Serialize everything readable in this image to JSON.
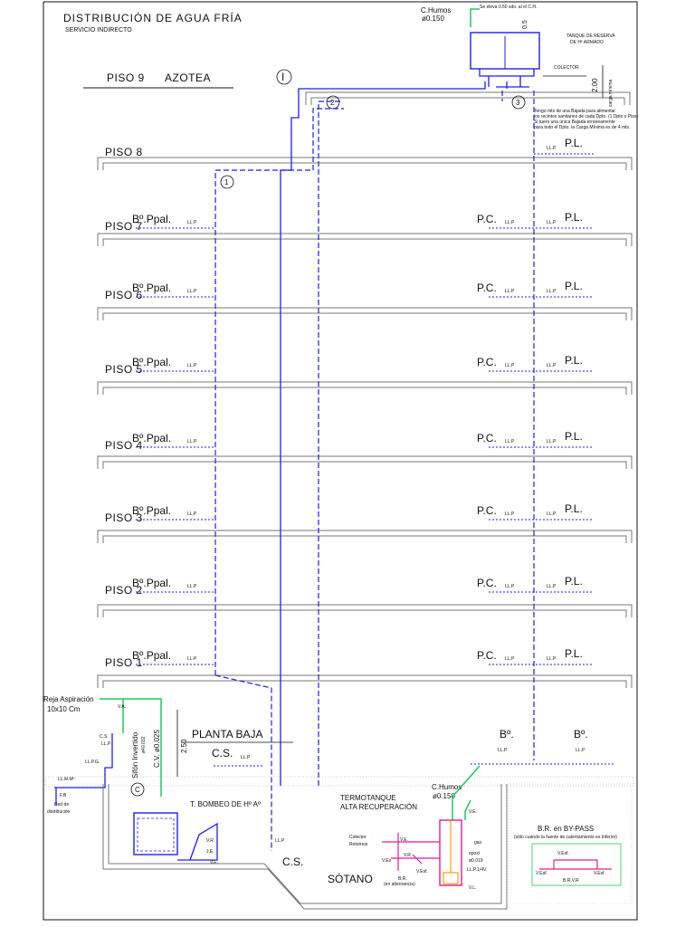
{
  "title": "DISTRIBUCIÓN DE AGUA FRÍA",
  "subtitle": "SERVICIO INDIRECTO",
  "roof": {
    "floor_label": "PISO 9",
    "roof_label": "AZOTEA",
    "riser_1": "I",
    "tank_label_1": "TANQUE DE RESERVA",
    "tank_label_2": "DE Hº ARMADO",
    "chimney_label": "C.Humos",
    "chimney_diam": "ø0.150",
    "colector": "COLECTOR",
    "height_value": "2.00",
    "height_note": "carga mínima",
    "top_note": "Se eleva 0.50 sdo. al el C.H.",
    "dim_05": "0.5",
    "note_1": "Tengo mts de una Bajada para alimentar",
    "note_2": "los recintos sanitarios de cada Dpto. (1 Dpto x Piso)",
    "note_3": "Si tuero una única Bajada erroneamente",
    "note_4": "para todo el Dpto. la Carga Mínima es de 4 mts."
  },
  "risers": {
    "r1": "1",
    "r2": "2",
    "r3": "3"
  },
  "floors": [
    {
      "label": "PISO 8",
      "left": "",
      "right_pc": "",
      "right_pl": "P.L."
    },
    {
      "label": "PISO 7",
      "left": "Bº.Ppal.",
      "right_pc": "P.C.",
      "right_pl": "P.L."
    },
    {
      "label": "PISO 6",
      "left": "Bº.Ppal.",
      "right_pc": "P.C.",
      "right_pl": "P.L."
    },
    {
      "label": "PISO 5",
      "left": "Bº.Ppal.",
      "right_pc": "P.C.",
      "right_pl": "P.L."
    },
    {
      "label": "PISO 4",
      "left": "Bº.Ppal.",
      "right_pc": "P.C.",
      "right_pl": "P.L."
    },
    {
      "label": "PISO 3",
      "left": "Bº.Ppal.",
      "right_pc": "P.C.",
      "right_pl": "P.L."
    },
    {
      "label": "PISO 2",
      "left": "Bº.Ppal.",
      "right_pc": "P.C.",
      "right_pl": "P.L."
    },
    {
      "label": "PISO 1",
      "left": "Bº.Ppal.",
      "right_pc": "P.C.",
      "right_pl": "P.L."
    }
  ],
  "tap_label": "LL.P",
  "ground": {
    "floor_label": "PLANTA BAJA",
    "reja": "Reja Aspiración",
    "reja_size": "10x10 Cm",
    "va": "V.A.",
    "cs": "C.S.",
    "llp": "LL.P",
    "llpg": "LL.P.G.",
    "llmm": "LL.M.Mº",
    "fb": "F.B",
    "red": "Red de",
    "red2": "distribución",
    "sifon": "Sifón Invertido",
    "sifon_sub": "ø40.032",
    "cv": "C.V. ø0.025",
    "dim_250": "2.50",
    "cs_big": "C.S.",
    "riser_c": "C",
    "b_left": "Bº.",
    "b_right": "Bº."
  },
  "basement": {
    "bomba": "T. BOMBEO DE Hº Aº",
    "vr": "V.R",
    "je": "J.E.",
    "ve": "V.E.",
    "cs": "C.S.",
    "sotano": "SÓTANO",
    "alternancia": "(en alternancia)",
    "termo_1": "TERMOTANQUE",
    "termo_2": "ALTA RECUPERACIÓN",
    "chimney_label": "C.Humos",
    "chimney_diam": "ø0.150",
    "ve_top": "V.E.",
    "colector_1": "Colector",
    "colector_2": "Retornos",
    "ve_mid": "V.E.",
    "vr_mid": "V.R",
    "ves": "V.Es",
    "ves2": "V.Esf.",
    "br": "B.R.",
    "gas": "gas",
    "epoxi": "epoxi",
    "epoxi_d": "ø0.019",
    "llp_4v": "LL.P.1/4V.",
    "vl": "V.L."
  },
  "bypass": {
    "title": "B.R. en BY-PASS",
    "note": "(sólo cuando la fuente de calentamiento es Inferior)",
    "vesf_top": "V.Esf.",
    "vesf_l": "V.Esf.",
    "vesf_r": "V.Esf.",
    "brvr": "B.R.V.R"
  }
}
